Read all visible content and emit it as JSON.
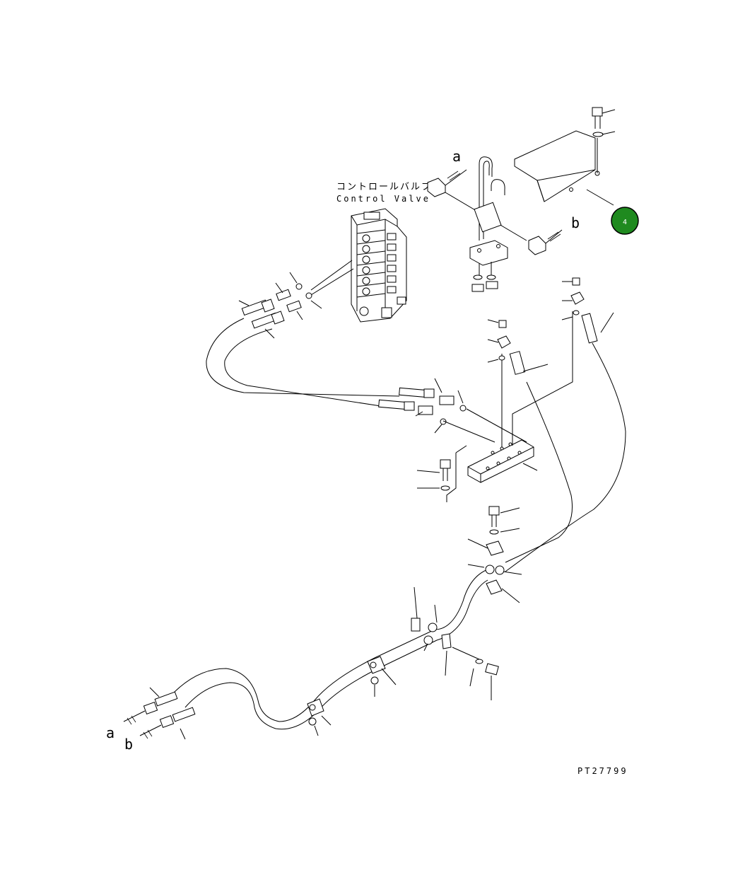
{
  "diagram": {
    "control_valve_jp": "コントロールバルブ",
    "control_valve_en": "Control Valve",
    "callout_a_top": "a",
    "callout_b_top": "b",
    "callout_a_bottom": "a",
    "callout_b_bottom": "b",
    "part_number_badge": "4",
    "drawing_id": "PT27799"
  },
  "colors": {
    "line": "#000000",
    "background": "#ffffff",
    "badge_fill": "#1f8a1f",
    "badge_text": "#ffffff"
  }
}
